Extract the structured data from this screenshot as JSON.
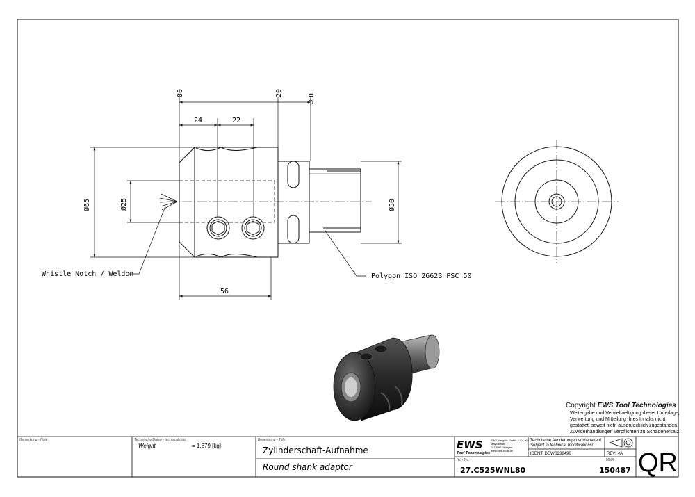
{
  "dimensions": {
    "d80": "80",
    "d20": "20",
    "d0": "0",
    "d24": "24",
    "d22": "22",
    "d56": "56",
    "dia65": "Ø65",
    "dia25": "Ø25",
    "dia50": "Ø50"
  },
  "callouts": {
    "whistle": "Whistle Notch / Weldon",
    "polygon": "Polygon ISO 26623 PSC 50"
  },
  "copyright": {
    "title_prefix": "Copyright ",
    "title_brand": "EWS Tool Technologies",
    "lines": [
      "Weitergabe und Vervielfaeltigung dieser Unterlage,",
      "Verwertung und Mitteilung ihres Inhalts nicht",
      "gestattet, soweit nicht ausdruecklich zugestanden.",
      "Zuwiderhandlungen verpflichten zu Schadenersatz."
    ]
  },
  "title_block": {
    "note_label": "Bemerkung - Note",
    "tech_label": "Technische Daten - technical data",
    "weight_label": "Weight",
    "weight_value": "= 1.679 [kg]",
    "title_label": "Benennung - Title",
    "title_de": "Zylinderschaft-Aufnahme",
    "title_en": "Round shank adaptor",
    "logo_text": "EWS",
    "logo_sub": "Tool Technologies",
    "company_lines": [
      "EWS Weigele GmbH & Co. KG",
      "Maybachstr. 1",
      "D-73066 Uhingen",
      "www.ews-tools.de"
    ],
    "notice_de": "Technische Aenderungen vorbehalten!",
    "notice_en": "Subject to technical modifications!",
    "ident": "IDENT: DEWS238496",
    "rev": "REV: -/A",
    "nr_label": "Nr. - No.",
    "part_no": "27.C525WNL80",
    "mnr_label": "MNR",
    "mnr": "150487",
    "qr": "QR"
  }
}
